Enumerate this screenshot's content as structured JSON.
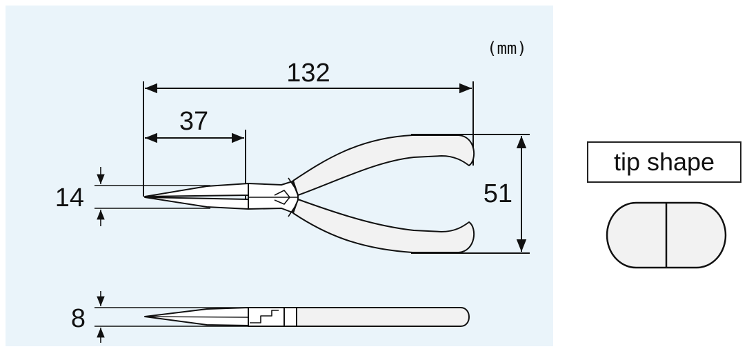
{
  "unit": "(mm)",
  "dimensions": {
    "overall_length": "132",
    "jaw_length": "37",
    "tip_width": "14",
    "handle_span": "51",
    "thickness": "8"
  },
  "tip_shape_label": "tip shape",
  "colors": {
    "panel_background": "#eaf4fa",
    "handle_fill": "#f2f2f2",
    "line": "#111111"
  }
}
